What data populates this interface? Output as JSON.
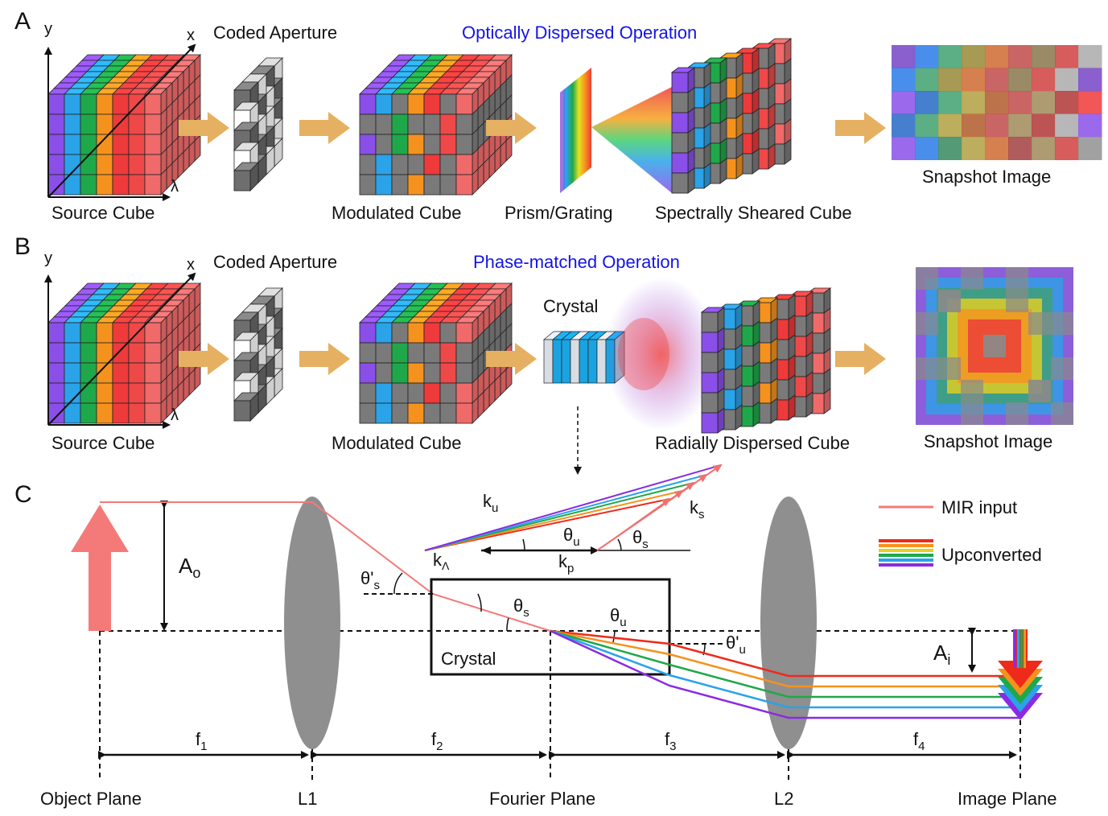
{
  "colors": {
    "spectrum": [
      "#8a4fe8",
      "#2aa3e8",
      "#1fa84a",
      "#f5921e",
      "#ee3a3a",
      "#ef4848",
      "#f06a6a"
    ],
    "aperture_gray": "#6e6e6e",
    "aperture_white": "#ffffff",
    "arrow_fill": "#e6b062",
    "lens_gray": "#8f8f8f",
    "mir": "#f47a7a",
    "op_title": "#1414e6"
  },
  "panel_a": {
    "letter": "A",
    "axis_y": "y",
    "axis_x": "x",
    "axis_lambda": "λ",
    "source_cube": "Source Cube",
    "coded_aperture": "Coded Aperture",
    "modulated_cube": "Modulated Cube",
    "operation": "Optically Dispersed Operation",
    "prism": "Prism/Grating",
    "sheared_cube": "Spectrally Sheared Cube",
    "snapshot": "Snapshot Image"
  },
  "panel_b": {
    "letter": "B",
    "axis_y": "y",
    "axis_x": "x",
    "axis_lambda": "λ",
    "source_cube": "Source Cube",
    "coded_aperture": "Coded Aperture",
    "modulated_cube": "Modulated Cube",
    "operation": "Phase-matched Operation",
    "crystal": "Crystal",
    "radial_cube": "Radially Dispersed Cube",
    "snapshot": "Snapshot Image"
  },
  "panel_c": {
    "letter": "C",
    "ku": "k",
    "ku_sub": "u",
    "ks": "k",
    "ks_sub": "s",
    "klambda": "k",
    "klambda_sub": "Λ",
    "kp": "k",
    "kp_sub": "p",
    "theta_u": "θ",
    "theta_u_sub": "u",
    "theta_s": "θ",
    "theta_s_sub": "s",
    "theta_s_prime": "θ's",
    "theta_s_prime_base": "θ'",
    "theta_s_prime_sub": "s",
    "theta_u_prime_base": "θ'",
    "theta_u_prime_sub": "u",
    "ao": "A",
    "ao_sub": "o",
    "ai": "A",
    "ai_sub": "i",
    "crystal": "Crystal",
    "legend_mir": "MIR input",
    "legend_up": "Upconverted",
    "f1": "f",
    "f1_sub": "1",
    "f2": "f",
    "f2_sub": "2",
    "f3": "f",
    "f3_sub": "3",
    "f4": "f",
    "f4_sub": "4",
    "object_plane": "Object Plane",
    "l1": "L1",
    "fourier_plane": "Fourier Plane",
    "l2": "L2",
    "image_plane": "Image Plane"
  }
}
